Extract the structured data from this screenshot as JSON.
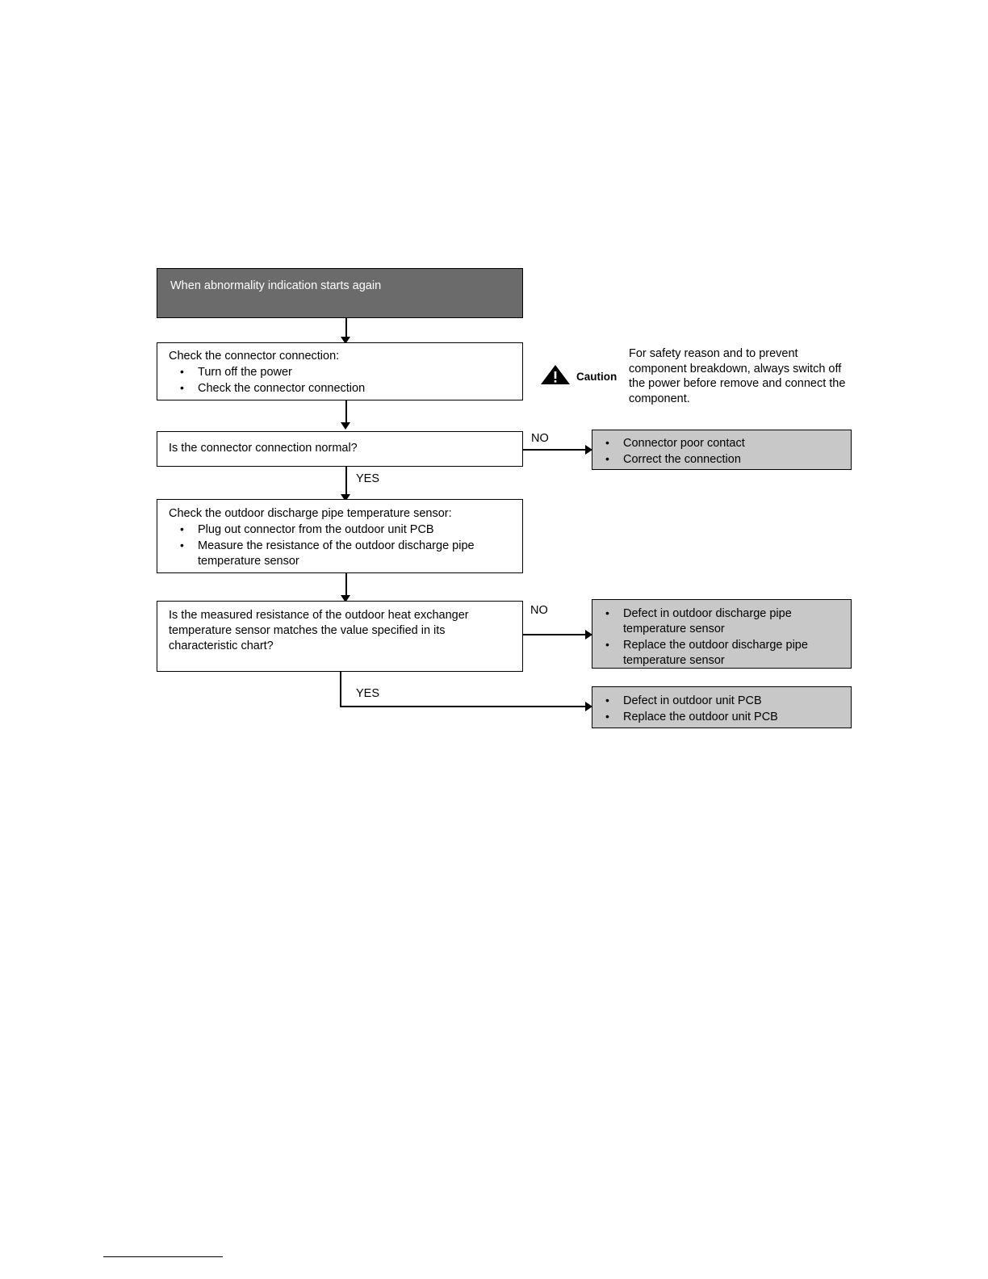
{
  "flowchart": {
    "title_box": {
      "text": "When abnormality indication starts again"
    },
    "step1": {
      "heading": "Check the connector connection:",
      "items": [
        "Turn off the power",
        "Check the connector connection"
      ]
    },
    "decision1": {
      "text": "Is the connector connection normal?",
      "no_label": "NO",
      "yes_label": "YES"
    },
    "result1": {
      "items": [
        "Connector poor contact",
        "Correct the connection"
      ]
    },
    "step2": {
      "heading": "Check the outdoor discharge pipe temperature sensor:",
      "items": [
        "Plug out connector from the outdoor unit PCB",
        "Measure the resistance of the outdoor discharge pipe temperature sensor"
      ]
    },
    "decision2": {
      "text": "Is the measured resistance of the outdoor heat exchanger temperature sensor matches the value specified in its characteristic chart?",
      "no_label": "NO",
      "yes_label": "YES"
    },
    "result2": {
      "items": [
        "Defect in outdoor discharge pipe temperature sensor",
        "Replace the outdoor discharge pipe temperature sensor"
      ]
    },
    "result3": {
      "items": [
        "Defect in outdoor unit PCB",
        "Replace the outdoor unit PCB"
      ]
    },
    "caution": {
      "label": "Caution",
      "icon": "warning-triangle-icon",
      "text": "For safety reason and to prevent component breakdown, always switch off the power before remove and connect the component."
    }
  },
  "colors": {
    "header_fill": "#6b6b6b",
    "result_fill": "#c8c8c8",
    "border": "#000000"
  }
}
